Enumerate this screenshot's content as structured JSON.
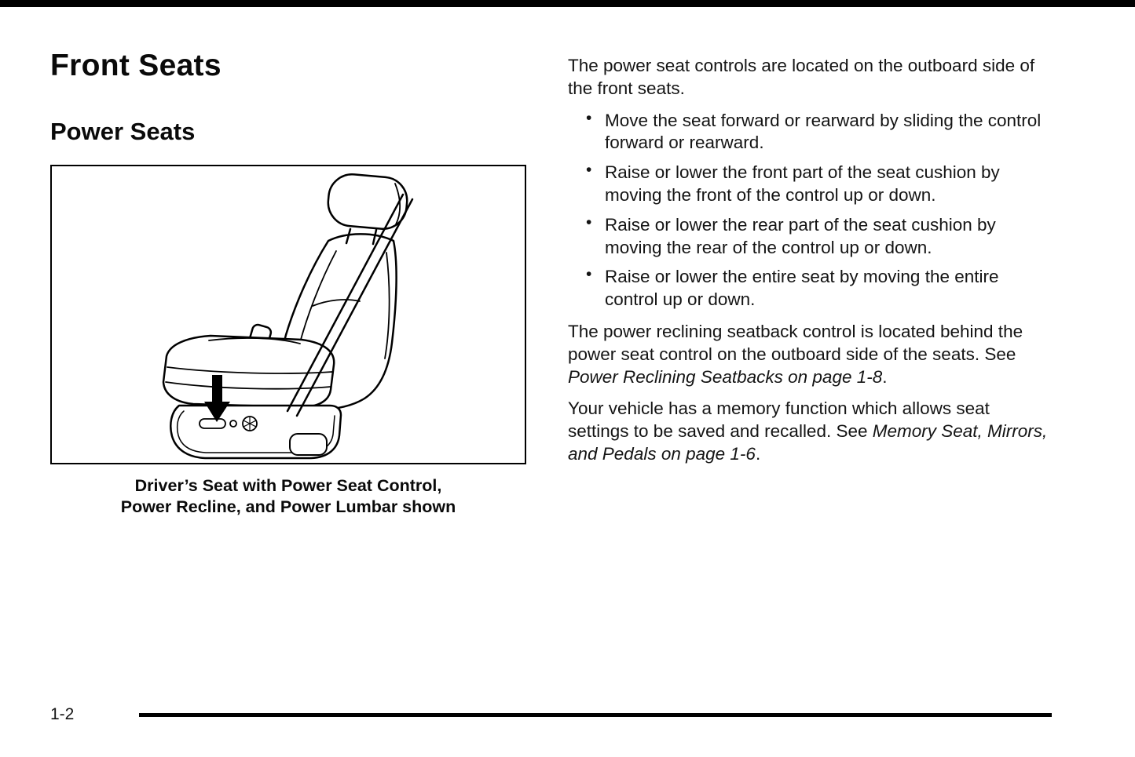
{
  "page": {
    "footer": {
      "page_number": "1-2"
    }
  },
  "left_column": {
    "title": "Front Seats",
    "subtitle": "Power Seats",
    "figure": {
      "caption_line1": "Driver’s Seat with Power Seat Control,",
      "caption_line2": "Power Recline, and Power Lumbar shown"
    }
  },
  "right_column": {
    "intro": "The power seat controls are located on the outboard side of the front seats.",
    "bullets": [
      "Move the seat forward or rearward by sliding the control forward or rearward.",
      "Raise or lower the front part of the seat cushion by moving the front of the control up or down.",
      "Raise or lower the rear part of the seat cushion by moving the rear of the control up or down.",
      "Raise or lower the entire seat by moving the entire control up or down."
    ],
    "reclining": {
      "text": "The power reclining seatback control is located behind the power seat control on the outboard side of the seats. See ",
      "italic": "Power Reclining Seatbacks on page 1-8",
      "suffix": "."
    },
    "memory": {
      "text": "Your vehicle has a memory function which allows seat settings to be saved and recalled. See ",
      "italic": "Memory Seat, Mirrors, and Pedals on page 1-6",
      "suffix": "."
    }
  }
}
